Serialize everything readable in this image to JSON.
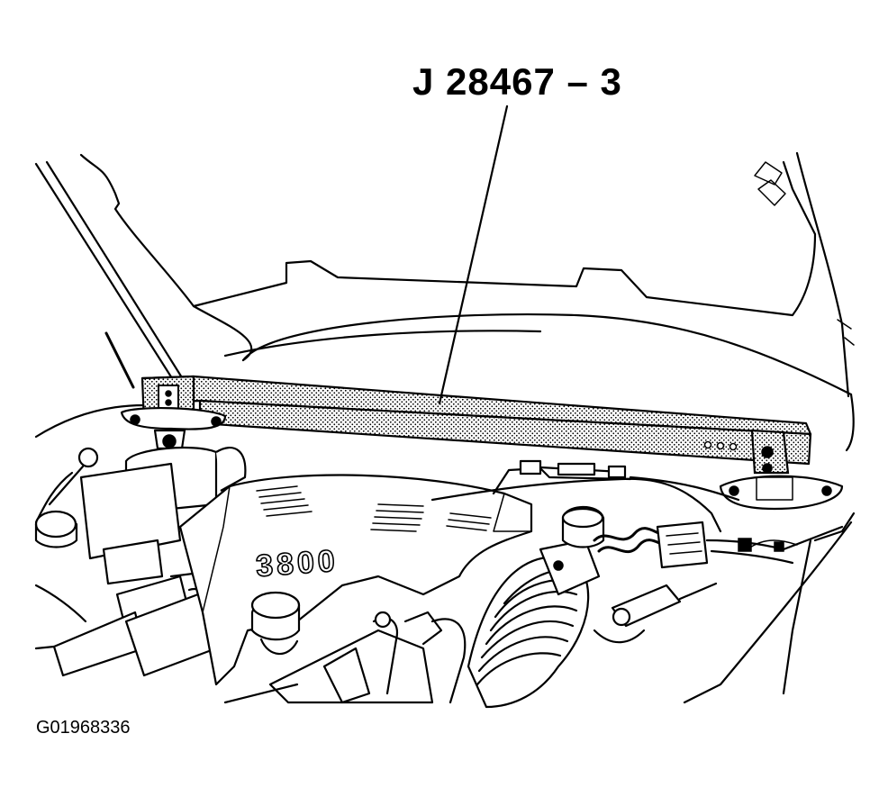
{
  "callout": {
    "tool_number": "J 28467 – 3"
  },
  "figure": {
    "id": "G01968336"
  },
  "engine_cover": {
    "label": "3800"
  }
}
